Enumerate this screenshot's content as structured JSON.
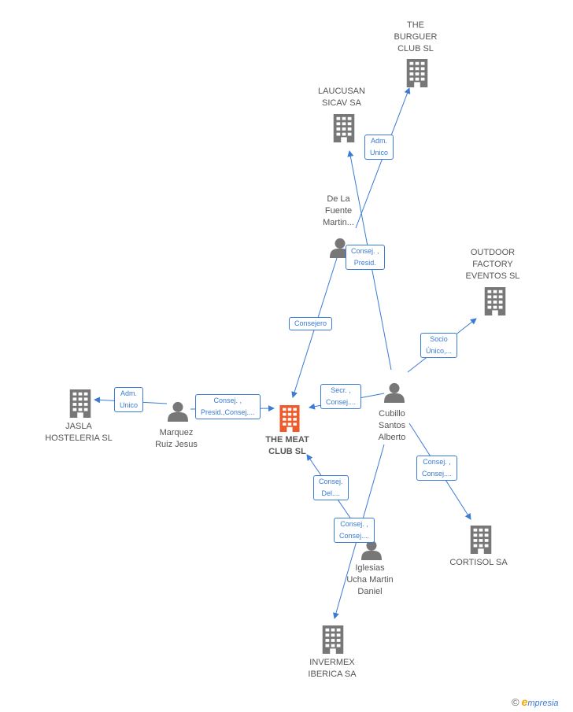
{
  "colors": {
    "edge": "#3a7bd5",
    "icon": "#7a7a7a",
    "main": "#f05a28"
  },
  "nodes": {
    "meat": "THE MEAT\nCLUB SL",
    "burguer": "THE\nBURGUER\nCLUB SL",
    "laucusan": "LAUCUSAN\nSICAV SA",
    "delafuente": "De La\nFuente\nMartin...",
    "outdoor": "OUTDOOR\nFACTORY\nEVENTOS  SL",
    "cubillo": "Cubillo\nSantos\nAlberto",
    "jasla": "JASLA\nHOSTELERIA SL",
    "marquez": "Marquez\nRuiz Jesus",
    "cortisol": "CORTISOL SA",
    "iglesias": "Iglesias\nUcha Martin\nDaniel",
    "invermex": "INVERMEX\nIBERICA SA"
  },
  "edges": {
    "adm_unico_1": "Adm.\nUnico",
    "consej_presid_1": "Consej. ,\nPresid.",
    "consejero": "Consejero",
    "socio_unico": "Socio\nÚnico,...",
    "secr_consej": "Secr. ,\nConsej....",
    "adm_unico_2": "Adm.\nUnico",
    "consej_presid_2": "Consej. ,\nPresid.,Consej....",
    "consej_consej_1": "Consej. ,\nConsej....",
    "consej_del": "Consej.\nDel....",
    "consej_consej_2": "Consej. ,\nConsej...."
  },
  "logo": {
    "copyright": "©",
    "brand_initial": "e",
    "brand_rest": "mpresia"
  }
}
